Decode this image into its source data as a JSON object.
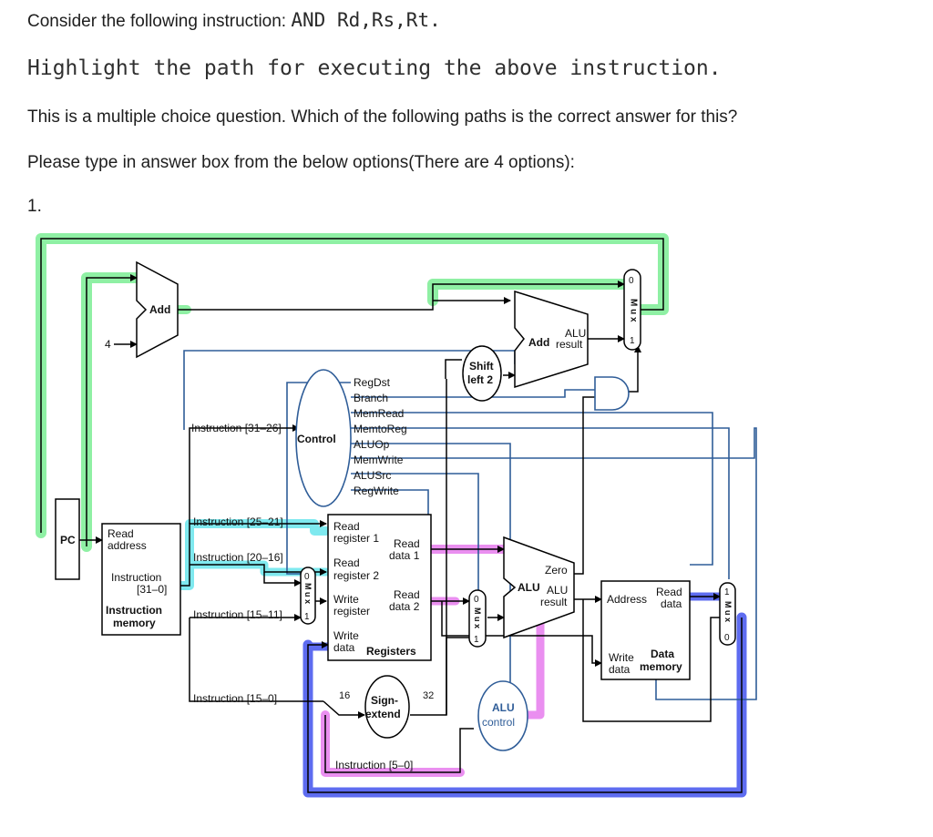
{
  "question": {
    "intro_prefix": "Consider the following instruction: ",
    "instruction": "AND Rd,Rs,Rt.",
    "heading": "Highlight the path for executing the above instruction.",
    "body_line1": "This is a multiple choice question. Which of the following paths is the correct answer for this?",
    "body_line2": "Please type in answer box from the below options(There are 4 options):",
    "option_number": "1."
  },
  "diagram": {
    "pc": "PC",
    "add_top": "Add",
    "four": "4",
    "add_branch": "Add",
    "alu_result_top_1": "ALU",
    "alu_result_top_2": "result",
    "shift_1": "Shift",
    "shift_2": "left 2",
    "control": "Control",
    "control_signals": [
      "RegDst",
      "Branch",
      "MemRead",
      "MemtoReg",
      "ALUOp",
      "MemWrite",
      "ALUSrc",
      "RegWrite"
    ],
    "instr_31_26": "Instruction [31–26]",
    "instr_25_21": "Instruction [25–21]",
    "instr_20_16": "Instruction [20–16]",
    "instr_15_11": "Instruction [15–11]",
    "instr_15_0": "Instruction [15–0]",
    "instr_5_0": "Instruction [5–0]",
    "imem_read": "Read",
    "imem_address": "address",
    "imem_instr": "Instruction",
    "imem_bits": "[31–0]",
    "imem_name_1": "Instruction",
    "imem_name_2": "memory",
    "reg_read_reg1_a": "Read",
    "reg_read_reg1_b": "register 1",
    "reg_read_reg2_a": "Read",
    "reg_read_reg2_b": "register 2",
    "reg_write_reg_a": "Write",
    "reg_write_reg_b": "register",
    "reg_write_data_a": "Write",
    "reg_write_data_b": "data",
    "reg_read_data1_a": "Read",
    "reg_read_data1_b": "data 1",
    "reg_read_data2_a": "Read",
    "reg_read_data2_b": "data 2",
    "registers": "Registers",
    "sign_1": "Sign-",
    "sign_2": "extend",
    "bits_16": "16",
    "bits_32": "32",
    "alu_zero": "Zero",
    "alu_main": "ALU",
    "alu_res_1": "ALU",
    "alu_res_2": "result",
    "alu_ctrl_1": "ALU",
    "alu_ctrl_2": "control",
    "dmem_address": "Address",
    "dmem_read_1": "Read",
    "dmem_read_2": "data",
    "dmem_write_1": "Write",
    "dmem_write_2": "data",
    "dmem_name_1": "Data",
    "dmem_name_2": "memory",
    "mux_label": "M u x",
    "mux_0": "0",
    "mux_1": "1",
    "colors": {
      "highlight_green": "#8ff0a4",
      "highlight_cyan": "#7fe9ef",
      "highlight_pink": "#ea8ff0",
      "highlight_blue": "#5e6cf0",
      "control_line": "#2f5d98",
      "datapath": "#000000"
    }
  }
}
